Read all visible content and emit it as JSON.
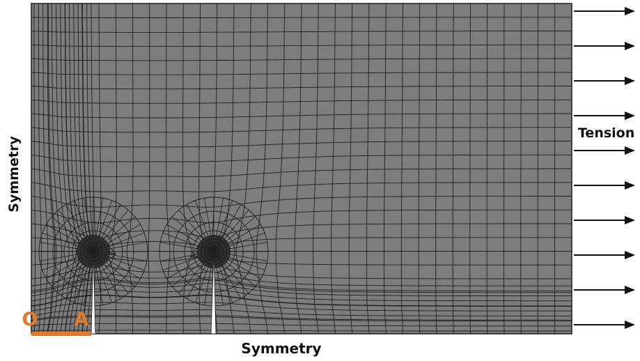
{
  "labels": {
    "left_symmetry": "Symmetry",
    "bottom_symmetry": "Symmetry",
    "tension": "Tension",
    "point_o": "O",
    "point_a": "A"
  },
  "colors": {
    "background": "#ffffff",
    "mesh_fill": "#7d7d7d",
    "mesh_line": "#1e1e1e",
    "crack_gap": "#ffffff",
    "highlight": "#e07b2c",
    "arrow": "#111111",
    "label": "#111111"
  },
  "mesh": {
    "coarse_columns": 32,
    "coarse_rows": 24,
    "refined_crack_tips": 2
  },
  "load": {
    "type": "tension",
    "arrow_count": 10
  },
  "icons": {
    "arrow": "right-arrow-icon"
  }
}
